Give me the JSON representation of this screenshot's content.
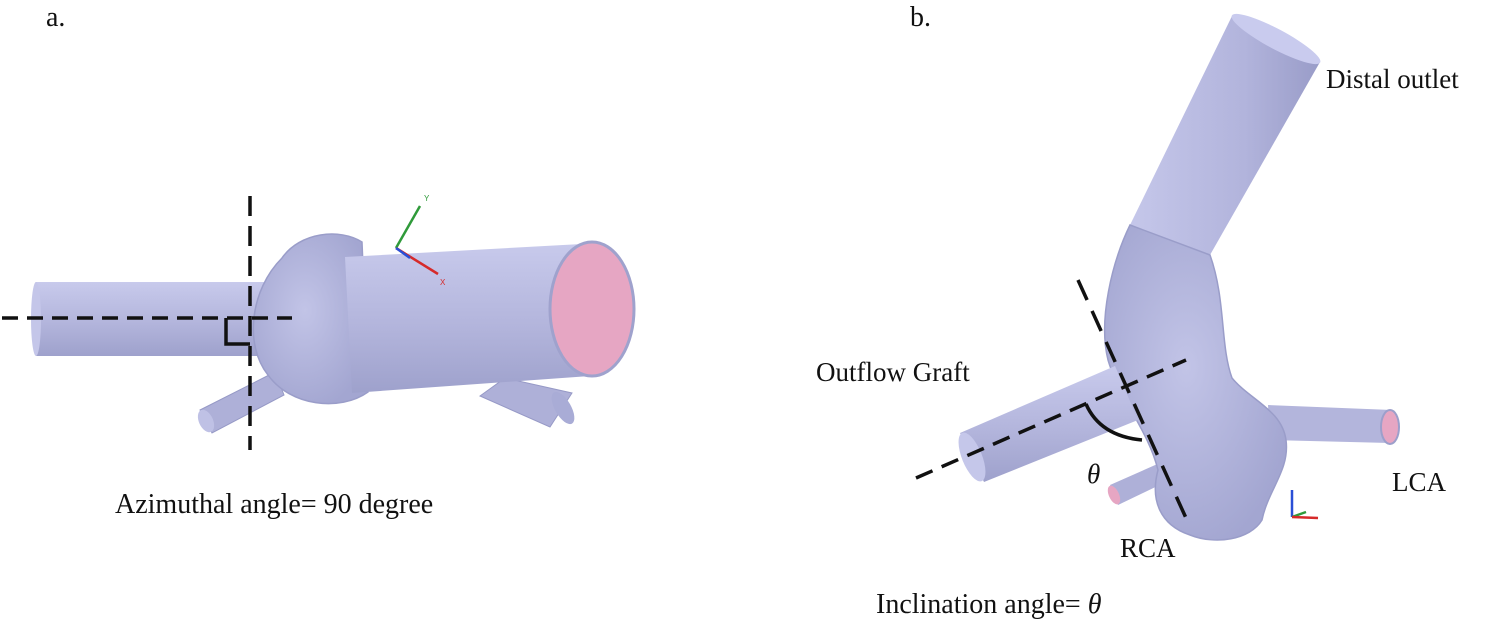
{
  "panel_a": {
    "letter": "a.",
    "caption": "Azimuthal angle= 90 degree",
    "axis_labels": {
      "y": "Y",
      "x": "X"
    }
  },
  "panel_b": {
    "letter": "b.",
    "labels": {
      "distal_outlet": "Distal outlet",
      "outflow_graft": "Outflow Graft",
      "lca": "LCA",
      "rca": "RCA",
      "theta": "θ"
    },
    "caption_prefix": "Inclination angle= ",
    "caption_symbol": "θ"
  },
  "colors": {
    "vessel": "#b5b7dd",
    "vessel_dark": "#8f92c2",
    "vessel_light": "#cdcfee",
    "lumen": "#e6a6c3",
    "guide_line": "#111111",
    "axis_x": "#d62a2a",
    "axis_y": "#2f9a3a",
    "axis_z": "#2a4fd6"
  }
}
